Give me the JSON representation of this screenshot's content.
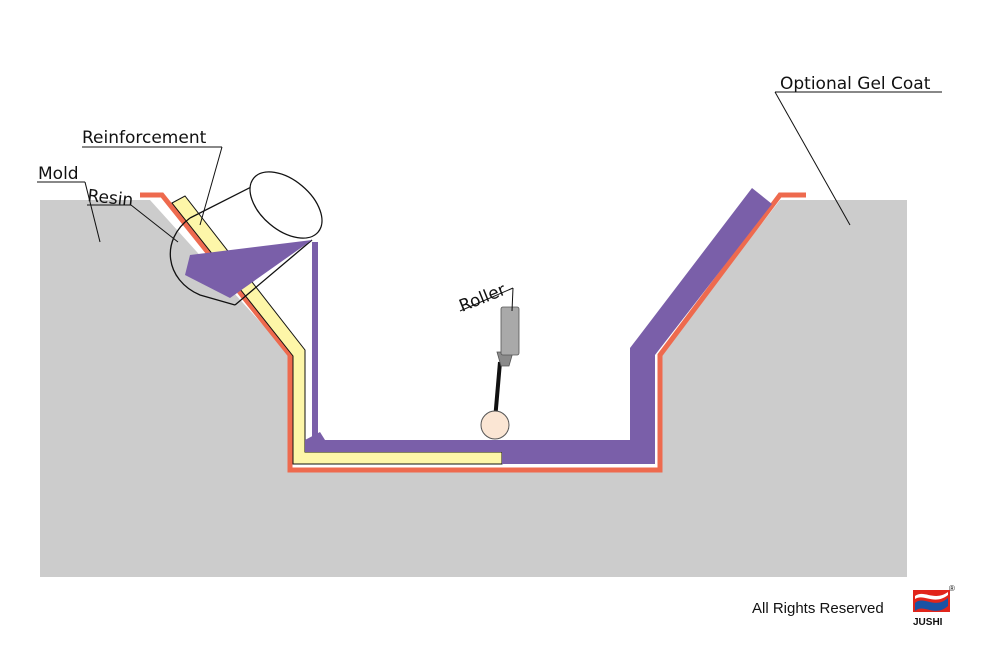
{
  "labels": {
    "optional_gel_coat": "Optional Gel Coat",
    "reinforcement": "Reinforcement",
    "mold": "Mold",
    "resin": "Resin",
    "roller": "Roller"
  },
  "footer": {
    "rights": "All Rights Reserved",
    "logo_text": "JUSHI",
    "logo_mark": "®"
  },
  "colors": {
    "mold": "#cccccc",
    "gel_coat": "#ee6a4e",
    "resin": "#7a5fa9",
    "reinforcement": "#fdf6a8",
    "roller_handle": "#9b9b9b",
    "logo_red": "#e1251b",
    "logo_blue": "#1a53a4"
  },
  "icons": {
    "bucket": "resin-bucket-icon",
    "roller": "roller-tool-icon",
    "logo": "jushi-logo-icon"
  }
}
